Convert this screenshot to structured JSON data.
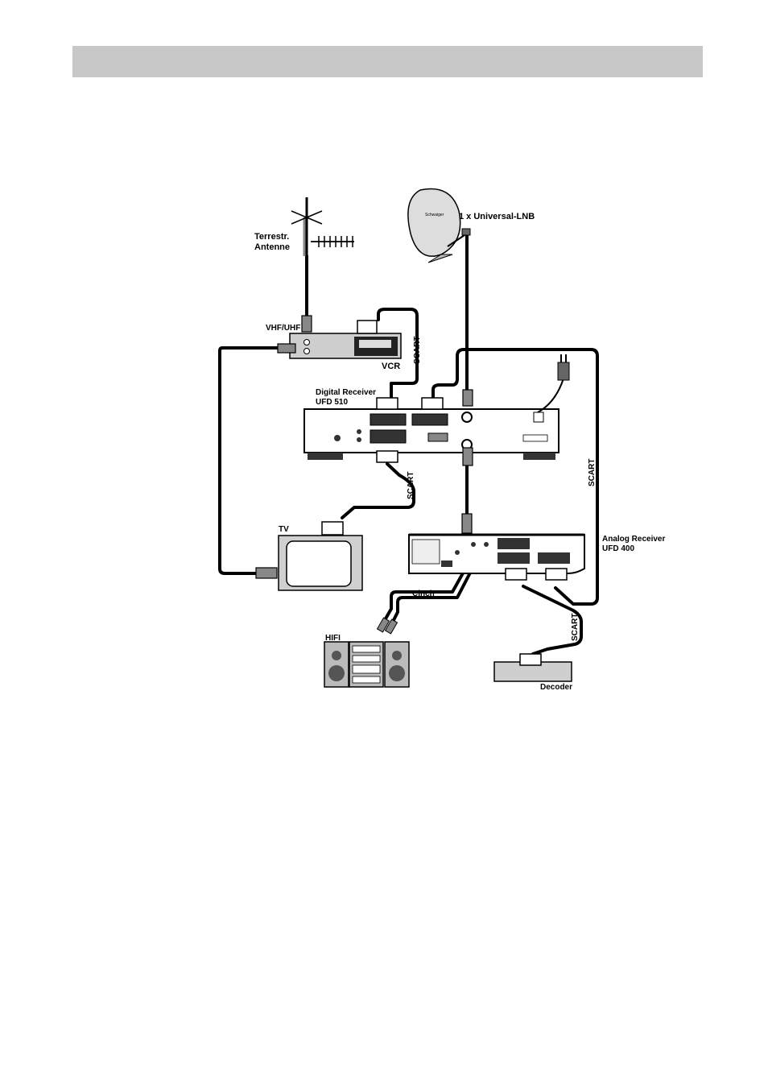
{
  "header": {
    "title": ""
  },
  "diagram": {
    "labels": {
      "antenna": [
        "Terrestr.",
        "Antenne"
      ],
      "lnb": "1 x Universal-LNB",
      "dish_brand": "Schwaiger",
      "vhf_uhf": "VHF/UHF",
      "vcr": "VCR",
      "digital_receiver": [
        "Digital Receiver",
        "UFD 510"
      ],
      "analog_receiver": [
        "Analog Receiver",
        "UFD 400"
      ],
      "tv": "TV",
      "hifi": "HIFI",
      "decoder": "Decoder",
      "cinch": "Cinch",
      "scart_vcr": "SCART",
      "scart_tv": "SCART",
      "scart_right": "SCART",
      "scart_decoder": "SCART"
    }
  }
}
